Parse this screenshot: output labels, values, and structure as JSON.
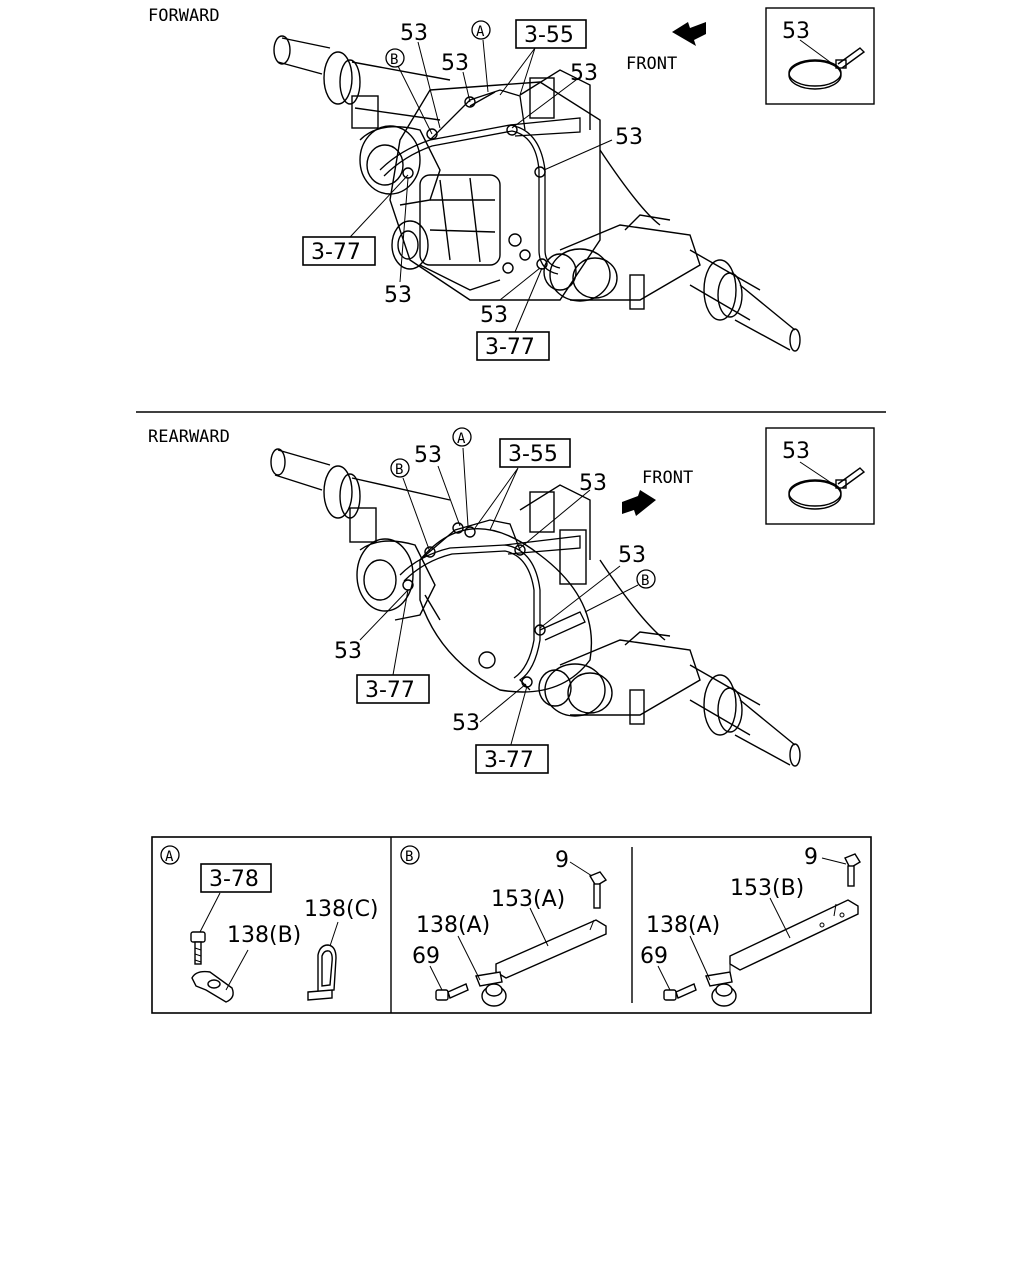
{
  "sections": {
    "forward": {
      "title": "FORWARD",
      "front_label": "FRONT",
      "ref_a": "A",
      "ref_b": "B",
      "box_355": "3-55",
      "box_377_left": "3-77",
      "box_377_bottom": "3-77",
      "labels_53": [
        "53",
        "53",
        "53",
        "53",
        "53",
        "53"
      ],
      "inset_label": "53"
    },
    "rearward": {
      "title": "REARWARD",
      "front_label": "FRONT",
      "ref_a": "A",
      "ref_b": "B",
      "ref_b2": "B",
      "box_355": "3-55",
      "box_377_left": "3-77",
      "box_377_bottom": "3-77",
      "labels_53": [
        "53",
        "53",
        "53",
        "53",
        "53"
      ],
      "inset_label": "53"
    }
  },
  "details": {
    "panel_a": {
      "ref": "A",
      "box_378": "3-78",
      "p138b": "138(B)",
      "p138c": "138(C)"
    },
    "panel_b": {
      "ref": "B",
      "p9": "9",
      "p153a": "153(A)",
      "p138a": "138(A)",
      "p69": "69"
    },
    "panel_b2": {
      "p9": "9",
      "p153b": "153(B)",
      "p138a": "138(A)",
      "p69": "69"
    }
  }
}
